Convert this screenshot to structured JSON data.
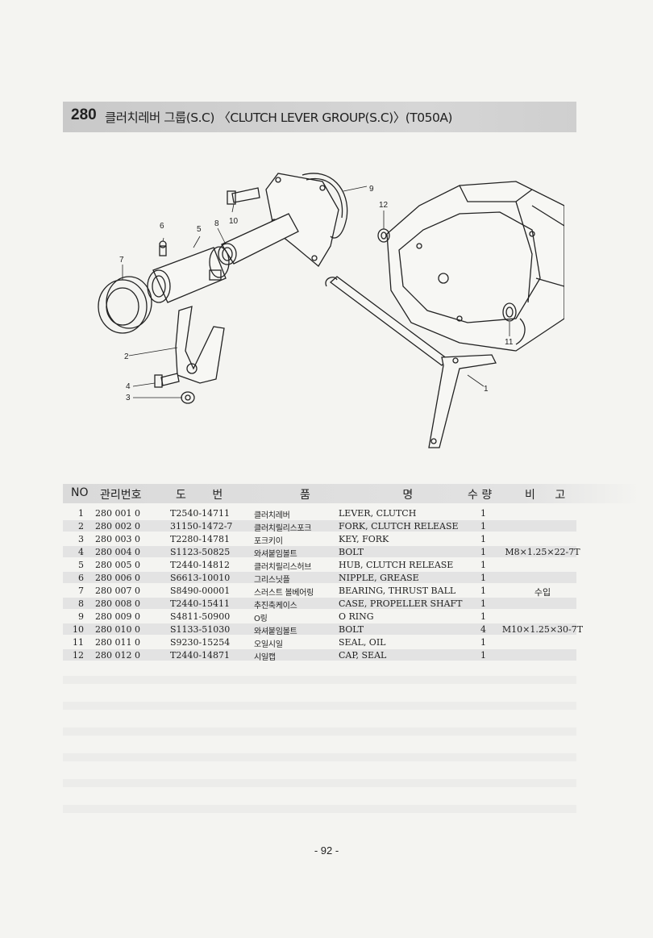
{
  "section": {
    "number": "280",
    "title": "클러치레버 그룹(S.C) 〈CLUTCH LEVER GROUP(S.C)〉(T050A)"
  },
  "diagram": {
    "callouts": [
      "1",
      "2",
      "3",
      "4",
      "5",
      "6",
      "7",
      "8",
      "9",
      "10",
      "11",
      "12"
    ]
  },
  "table": {
    "headers": {
      "no": "NO",
      "mgmt_no": "관리번호",
      "drawing_no": "도 번",
      "part_name": "품 명",
      "qty": "수 량",
      "remarks": "비 고"
    },
    "rows": [
      {
        "no": "1",
        "mgmt_no": "280 001 0",
        "drawing_no": "T2540-14711",
        "kor_name": "클러치레버",
        "eng_name": "LEVER, CLUTCH",
        "qty": "1",
        "remarks": ""
      },
      {
        "no": "2",
        "mgmt_no": "280 002 0",
        "drawing_no": "31150-1472-7",
        "kor_name": "클러치릴리스포크",
        "eng_name": "FORK, CLUTCH RELEASE",
        "qty": "1",
        "remarks": ""
      },
      {
        "no": "3",
        "mgmt_no": "280 003 0",
        "drawing_no": "T2280-14781",
        "kor_name": "포크키이",
        "eng_name": "KEY, FORK",
        "qty": "1",
        "remarks": ""
      },
      {
        "no": "4",
        "mgmt_no": "280 004 0",
        "drawing_no": "S1123-50825",
        "kor_name": "와셔붙임볼트",
        "eng_name": "BOLT",
        "qty": "1",
        "remarks": "M8×1.25×22-7T"
      },
      {
        "no": "5",
        "mgmt_no": "280 005 0",
        "drawing_no": "T2440-14812",
        "kor_name": "클러치릴리스허브",
        "eng_name": "HUB, CLUTCH RELEASE",
        "qty": "1",
        "remarks": ""
      },
      {
        "no": "6",
        "mgmt_no": "280 006 0",
        "drawing_no": "S6613-10010",
        "kor_name": "그리스닛플",
        "eng_name": "NIPPLE, GREASE",
        "qty": "1",
        "remarks": ""
      },
      {
        "no": "7",
        "mgmt_no": "280 007 0",
        "drawing_no": "S8490-00001",
        "kor_name": "스러스트 볼베어링",
        "eng_name": "BEARING, THRUST BALL",
        "qty": "1",
        "remarks": "수입"
      },
      {
        "no": "8",
        "mgmt_no": "280 008 0",
        "drawing_no": "T2440-15411",
        "kor_name": "추진축케이스",
        "eng_name": "CASE, PROPELLER SHAFT",
        "qty": "1",
        "remarks": ""
      },
      {
        "no": "9",
        "mgmt_no": "280 009 0",
        "drawing_no": "S4811-50900",
        "kor_name": "O링",
        "eng_name": "O RING",
        "qty": "1",
        "remarks": ""
      },
      {
        "no": "10",
        "mgmt_no": "280 010 0",
        "drawing_no": "S1133-51030",
        "kor_name": "와셔붙임볼트",
        "eng_name": "BOLT",
        "qty": "4",
        "remarks": "M10×1.25×30-7T"
      },
      {
        "no": "11",
        "mgmt_no": "280 011 0",
        "drawing_no": "S9230-15254",
        "kor_name": "오일시일",
        "eng_name": "SEAL, OIL",
        "qty": "1",
        "remarks": ""
      },
      {
        "no": "12",
        "mgmt_no": "280 012 0",
        "drawing_no": "T2440-14871",
        "kor_name": "시일캡",
        "eng_name": "CAP, SEAL",
        "qty": "1",
        "remarks": ""
      }
    ]
  },
  "page_number": "- 92 -"
}
